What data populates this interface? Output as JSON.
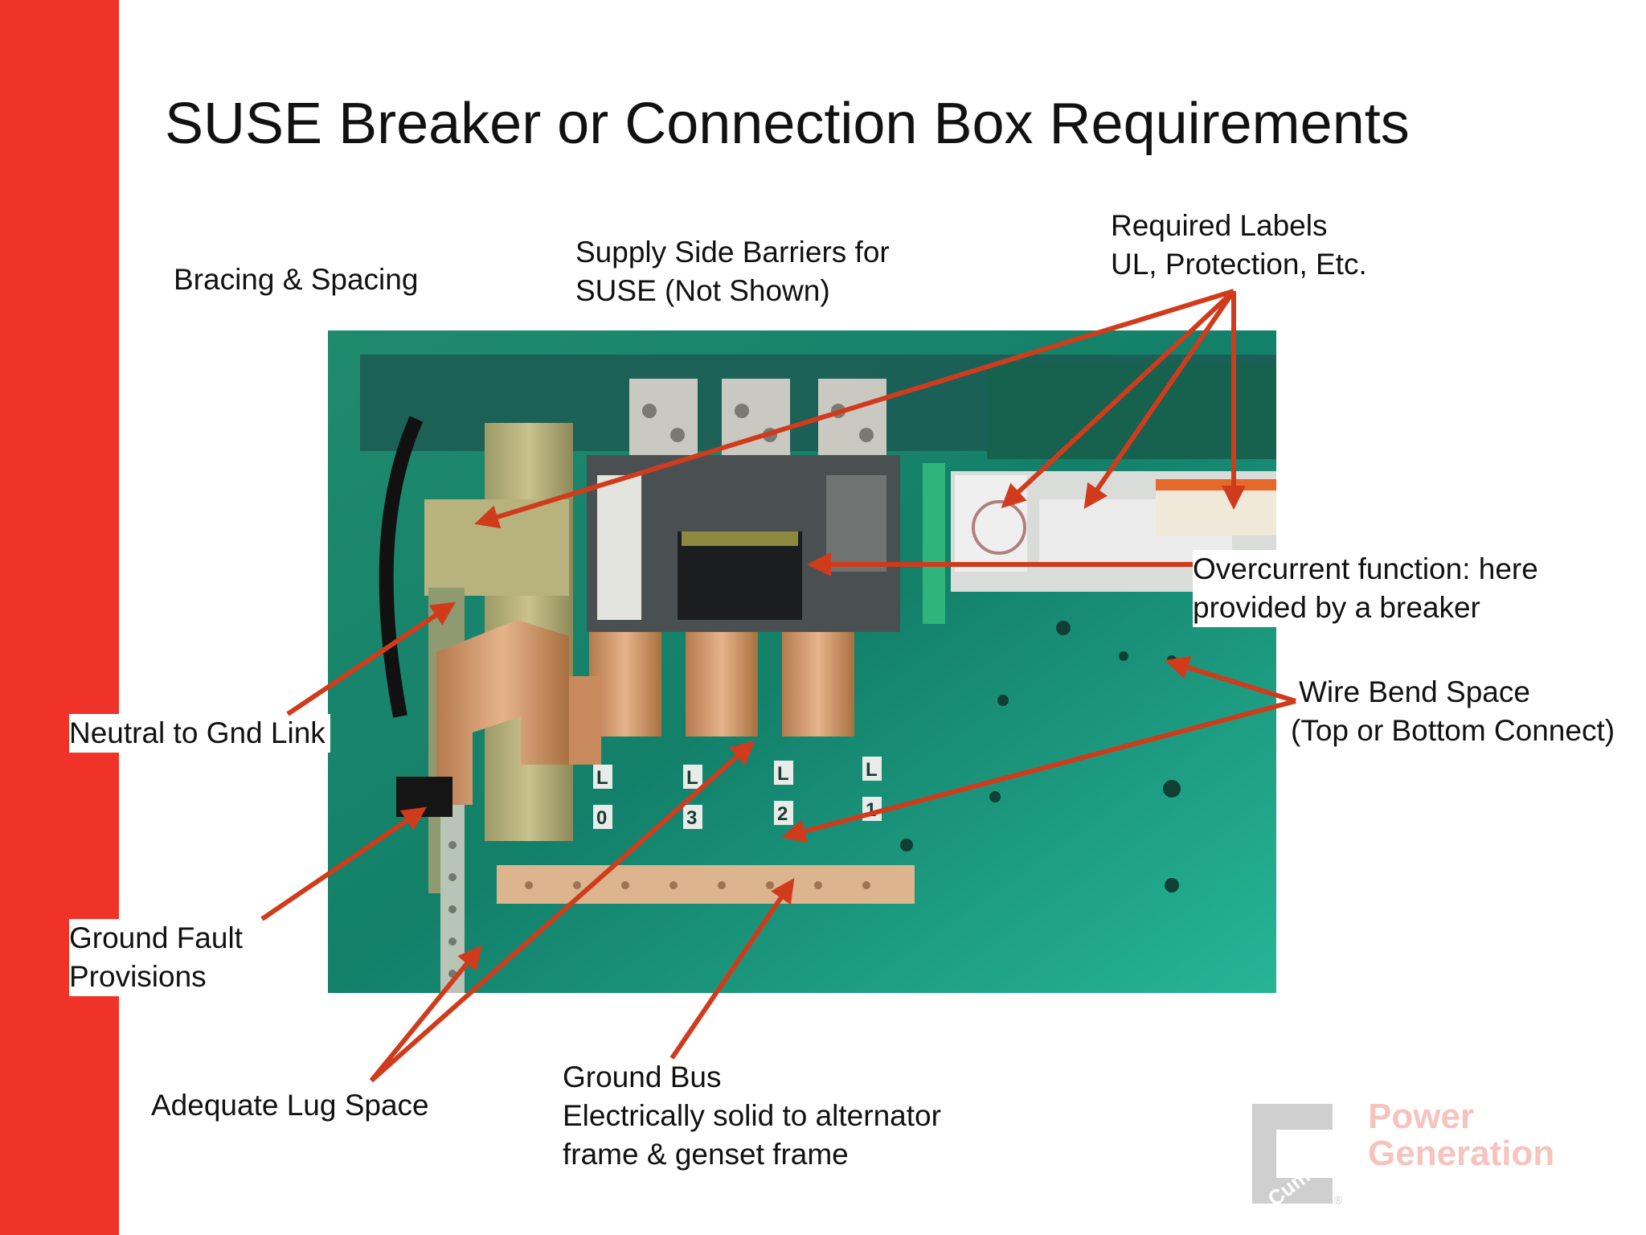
{
  "slide": {
    "title": "SUSE Breaker or Connection Box Requirements",
    "accent_color": "#ef3328",
    "arrow_color": "#d03b1c"
  },
  "labels": {
    "bracing_spacing": "Bracing & Spacing",
    "supply_side": [
      "Supply Side Barriers for",
      "SUSE (Not Shown)"
    ],
    "required_labels": [
      "Required Labels",
      "UL, Protection, Etc."
    ],
    "overcurrent": [
      "Overcurrent function: here",
      "provided by a breaker"
    ],
    "wire_bend": [
      "Wire Bend Space",
      "(Top or Bottom Connect)"
    ],
    "neutral_gnd": "Neutral to Gnd Link",
    "ground_fault": [
      "Ground Fault",
      "Provisions"
    ],
    "lug_space": "Adequate Lug Space",
    "ground_bus": [
      "Ground Bus",
      "Electrically solid to alternator",
      "frame & genset frame"
    ]
  },
  "photo": {
    "terminal_labels": [
      "L",
      "0",
      "L",
      "3",
      "L",
      "2",
      "L",
      "1"
    ]
  },
  "logo": {
    "brand": "Cummins",
    "division": [
      "Power",
      "Generation"
    ],
    "registered": "®",
    "icon": "cummins-c-logo-icon"
  }
}
